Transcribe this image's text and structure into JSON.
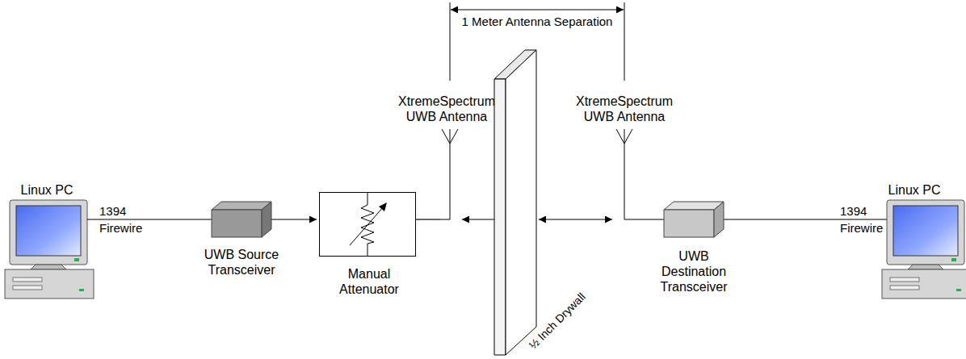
{
  "diagram": {
    "nodes": [
      {
        "text": [
          "Linux PC"
        ]
      },
      {
        "text": [
          "UWB Source Transceiver"
        ]
      },
      {
        "text": [
          "Manual Attenuator"
        ]
      },
      {
        "text": [
          "XtremeSpectrum UWB Antenna"
        ]
      },
      {
        "text": [
          "½ Inch Drywall"
        ]
      },
      {
        "text": [
          "XtremeSpectrum UWB Antenna"
        ]
      },
      {
        "text": [
          "UWB Destination Transceiver"
        ]
      },
      {
        "text": [
          "Linux PC"
        ]
      }
    ],
    "edges": [
      {
        "from": 0,
        "to": 1,
        "label": "1394 Firewire",
        "arrow": "none"
      },
      {
        "from": 1,
        "to": 2,
        "arrow": "to"
      },
      {
        "from": 2,
        "to": 3,
        "arrow": "none"
      },
      {
        "from": 4,
        "to": 3,
        "arrow": "to"
      },
      {
        "from": 4,
        "to": 5,
        "arrow": "both"
      },
      {
        "from": 5,
        "to": 6,
        "arrow": "none"
      },
      {
        "from": 6,
        "to": 7,
        "label": "1394 Firewire",
        "arrow": "none"
      }
    ],
    "labels": [
      "1 Meter Antenna Separation"
    ]
  }
}
